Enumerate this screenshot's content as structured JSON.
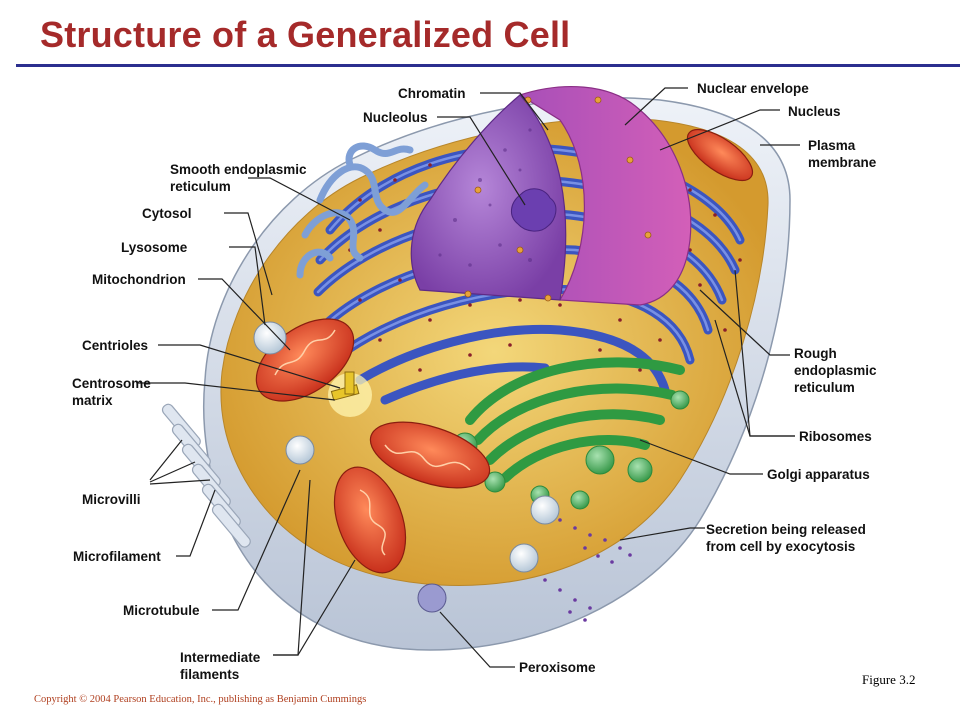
{
  "slide": {
    "title": "Structure of a Generalized Cell",
    "figure_ref": "Figure 3.2",
    "copyright": "Copyright © 2004 Pearson Education, Inc., publishing as Benjamin Cummings"
  },
  "labels": {
    "chromatin": "Chromatin",
    "nucleolus": "Nucleolus",
    "nuclear_envelope": "Nuclear envelope",
    "nucleus": "Nucleus",
    "plasma_membrane": [
      "Plasma",
      "membrane"
    ],
    "smooth_er": [
      "Smooth endoplasmic",
      "reticulum"
    ],
    "cytosol": "Cytosol",
    "lysosome": "Lysosome",
    "mitochondrion": "Mitochondrion",
    "centrioles": "Centrioles",
    "centrosome_matrix": [
      "Centrosome",
      "matrix"
    ],
    "microvilli": "Microvilli",
    "microfilament": "Microfilament",
    "microtubule": "Microtubule",
    "intermediate_filaments": [
      "Intermediate",
      "filaments"
    ],
    "peroxisome": "Peroxisome",
    "rough_er": [
      "Rough",
      "endoplasmic",
      "reticulum"
    ],
    "ribosomes": "Ribosomes",
    "golgi_apparatus": "Golgi apparatus",
    "secretion": [
      "Secretion being released",
      "from cell by exocytosis"
    ]
  },
  "colors": {
    "title": "#a52a2a",
    "rule": "#2b2f8f",
    "nucleus": "#9b5cc0",
    "nuclear_envelope": "#c64fb4",
    "er": "#4a62c8",
    "golgi": "#3fae4a",
    "mitochondria": "#e0452a",
    "cytosol": "#e6b84a",
    "membrane": "#cfd8e6"
  }
}
